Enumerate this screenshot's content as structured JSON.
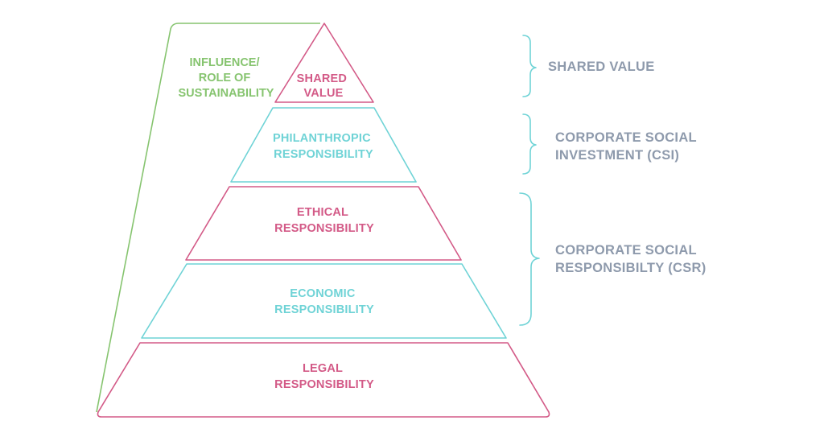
{
  "colors": {
    "pink": "#d35a87",
    "cyan": "#6fd3d6",
    "green": "#86c46f",
    "gray": "#8e9aac"
  },
  "influence": {
    "line1": "INFLUENCE/",
    "line2": "ROLE OF",
    "line3": "SUSTAINABILITY"
  },
  "tiers": [
    {
      "line1": "SHARED",
      "line2": "VALUE",
      "color": "#d35a87"
    },
    {
      "line1": "PHILANTHROPIC",
      "line2": "RESPONSIBILITY",
      "color": "#6fd3d6"
    },
    {
      "line1": "ETHICAL",
      "line2": "RESPONSIBILITY",
      "color": "#d35a87"
    },
    {
      "line1": "ECONOMIC",
      "line2": "RESPONSIBILITY",
      "color": "#6fd3d6"
    },
    {
      "line1": "LEGAL",
      "line2": "RESPONSIBILITY",
      "color": "#d35a87"
    }
  ],
  "groups": [
    {
      "line1": "SHARED VALUE",
      "line2": ""
    },
    {
      "line1": "CORPORATE SOCIAL",
      "line2": "INVESTMENT (CSI)"
    },
    {
      "line1": "CORPORATE SOCIAL",
      "line2": "RESPONSIBILTY (CSR)"
    }
  ]
}
